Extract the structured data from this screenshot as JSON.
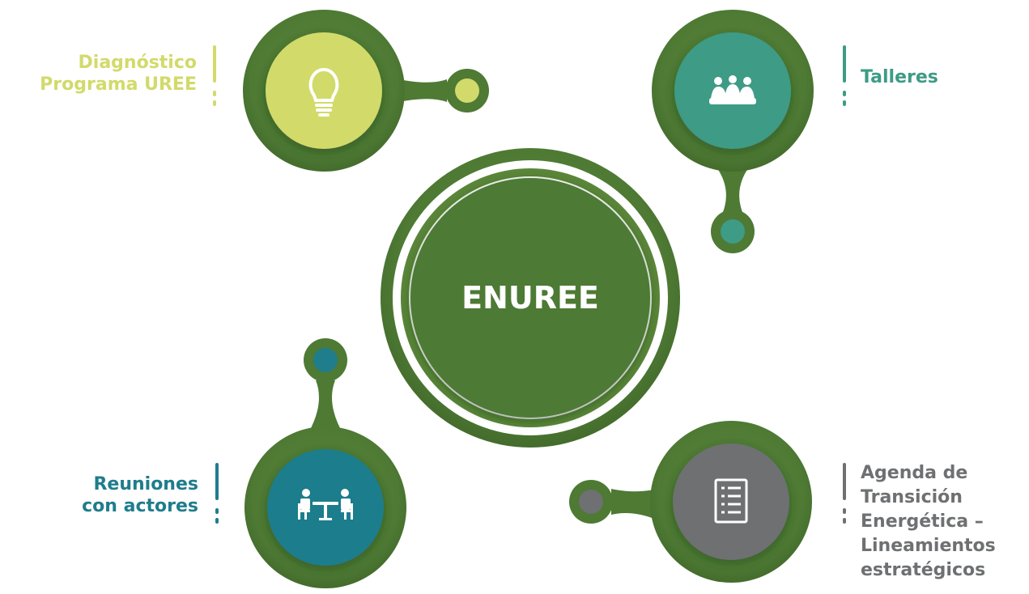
{
  "center": {
    "label": "ENUREE",
    "color": "#4e7a34",
    "ring_color": "#5a8639"
  },
  "outer_color": "#4e7a34",
  "shadow_color": "#2f4a1f",
  "nodes": [
    {
      "id": "diagnostico",
      "lines": [
        "Diagnóstico",
        "Programa UREE"
      ],
      "color": "#d2da6b",
      "icon": "lightbulb-icon"
    },
    {
      "id": "talleres",
      "lines": [
        "Talleres"
      ],
      "color": "#3e9b86",
      "icon": "meeting-group-icon"
    },
    {
      "id": "reuniones",
      "lines": [
        "Reuniones",
        "con actores"
      ],
      "color": "#1f7d8c",
      "icon": "people-at-table-icon"
    },
    {
      "id": "agenda",
      "lines": [
        "Agenda de",
        "Transición",
        "Energética –",
        "Lineamientos",
        "estratégicos"
      ],
      "color": "#6e7072",
      "icon": "document-list-icon"
    }
  ]
}
